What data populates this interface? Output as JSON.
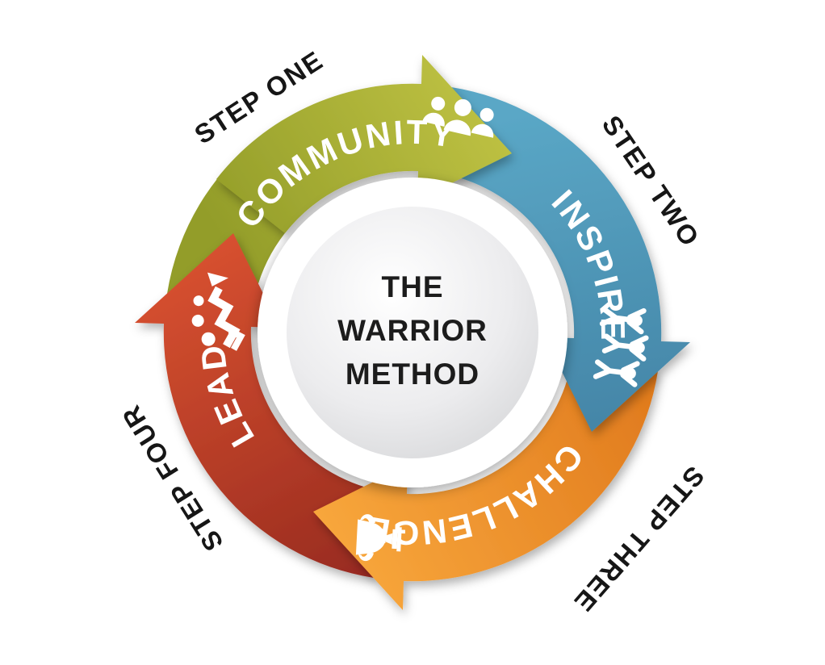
{
  "diagram": {
    "title_lines": [
      "THE",
      "WARRIOR",
      "METHOD"
    ],
    "steps": [
      {
        "step_label": "STEP ONE",
        "name": "COMMUNITY",
        "icon": "people-group-icon",
        "color": "#aeb237",
        "color_light": "#c0c344",
        "color_dark": "#939d29"
      },
      {
        "step_label": "STEP TWO",
        "name": "INSPIRE",
        "icon": "cheering-people-icon",
        "color": "#4d97b8",
        "color_light": "#5aa7c6",
        "color_dark": "#4384a6"
      },
      {
        "step_label": "STEP THREE",
        "name": "CHALLENGE",
        "icon": "trophy-icon",
        "color": "#f0922a",
        "color_light": "#f8a73c",
        "color_dark": "#e07a1d"
      },
      {
        "step_label": "STEP FOUR",
        "name": "LEAD",
        "icon": "growth-arrow-icon",
        "color": "#c8402a",
        "color_light": "#d85130",
        "color_dark": "#9a2c20"
      }
    ],
    "arrow_text_color": "#ffffff",
    "step_label_color": "#161616",
    "center_text_color": "#1c1c1c",
    "center_circle_color": "#d0d1d3",
    "background_color": "#ffffff"
  }
}
